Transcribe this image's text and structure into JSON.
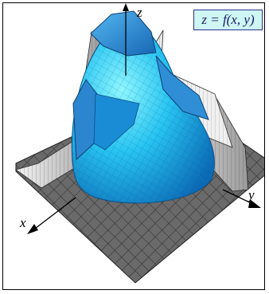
{
  "formula_label": "z = f(x, y)",
  "axes": {
    "x": "x",
    "y": "y",
    "z": "z"
  },
  "colors": {
    "floor": "#6b6b6b",
    "grid": "#303030",
    "dome_light": "#7ff3ff",
    "dome_mid": "#1fb7f2",
    "dome_dark": "#0b6fb8",
    "cap_blue": "#2a88d3",
    "label_bg": "#cdf6f4"
  }
}
